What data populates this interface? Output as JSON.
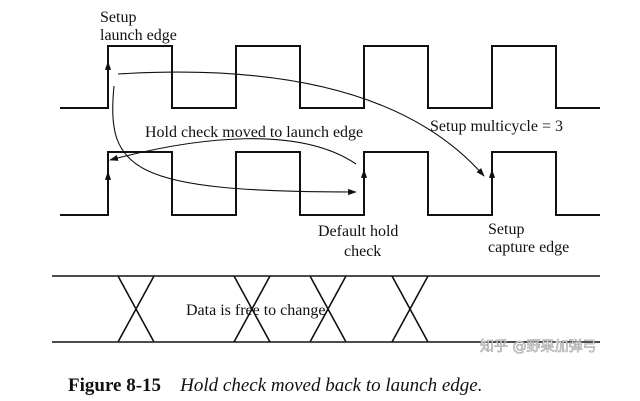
{
  "labels": {
    "setup_launch_line1": "Setup",
    "setup_launch_line2": "launch edge",
    "hold_moved": "Hold check moved to launch edge",
    "setup_multicycle": "Setup multicycle = 3",
    "default_hold_line1": "Default hold",
    "default_hold_line2": "check",
    "setup_capture_line1": "Setup",
    "setup_capture_line2": "capture edge",
    "data_free": "Data is free to change"
  },
  "caption": {
    "number": "Figure 8-15",
    "text": "Hold check moved back to launch edge."
  },
  "watermark": "知乎 @野果加弹弓"
}
